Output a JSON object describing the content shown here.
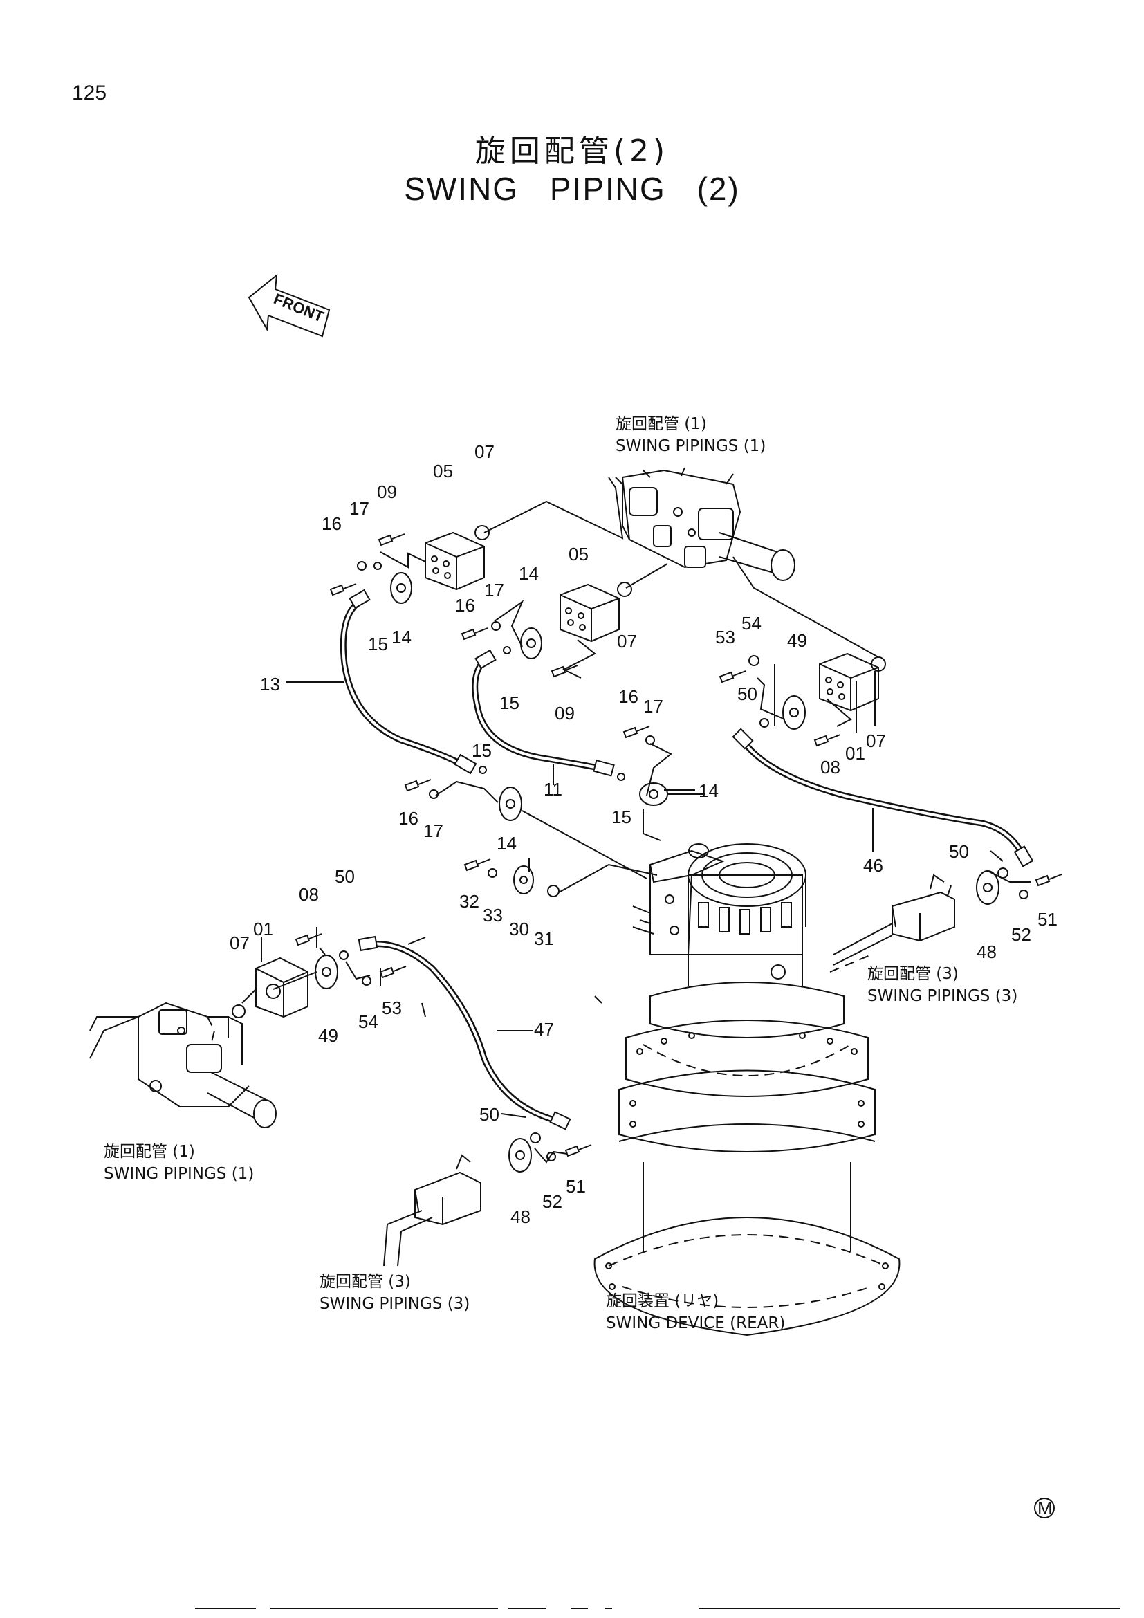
{
  "page": {
    "number": "125",
    "title_ja": "旋回配管(2)",
    "title_en": "SWING PIPING (2)",
    "front_label": "FRONT",
    "mark": "M"
  },
  "captions": {
    "top_ja": "旋回配管 (1)",
    "top_en": "SWING PIPINGS (1)",
    "right_ja": "旋回配管 (3)",
    "right_en": "SWING PIPINGS (3)",
    "left_ja": "旋回配管 (1)",
    "left_en": "SWING PIPINGS (1)",
    "bottom_ja": "旋回配管 (3)",
    "bottom_en": "SWING PIPINGS (3)",
    "device_ja": "旋回装置 (リヤ)",
    "device_en": "SWING DEVICE (REAR)"
  },
  "parts": {
    "p01": "01",
    "p05": "05",
    "p07": "07",
    "p08": "08",
    "p09": "09",
    "p11": "11",
    "p13": "13",
    "p14": "14",
    "p15": "15",
    "p16": "16",
    "p17": "17",
    "p30": "30",
    "p31": "31",
    "p32": "32",
    "p33": "33",
    "p46": "46",
    "p47": "47",
    "p48": "48",
    "p49": "49",
    "p50": "50",
    "p51": "51",
    "p52": "52",
    "p53": "53",
    "p54": "54"
  }
}
